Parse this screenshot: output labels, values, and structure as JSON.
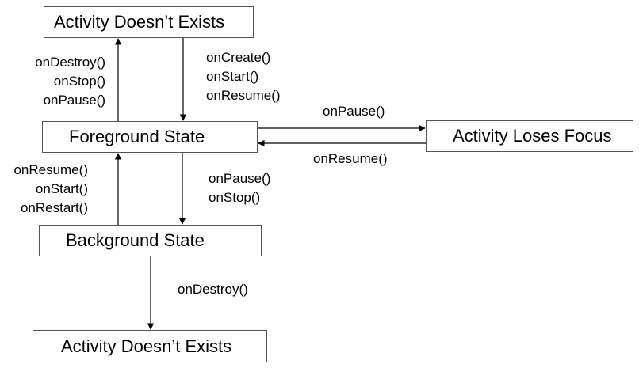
{
  "nodes": {
    "activity_doesnt_exist_top": "Activity Doesn’t Exists",
    "foreground_state": "Foreground State",
    "background_state": "Background State",
    "activity_doesnt_exist_bottom": "Activity Doesn’t Exists",
    "activity_loses_focus": "Activity Loses Focus"
  },
  "edges": {
    "foreground_to_top": {
      "from": "foreground_state",
      "to": "activity_doesnt_exist_top",
      "labels": [
        "onDestroy()",
        "onStop()",
        "onPause()"
      ]
    },
    "top_to_foreground": {
      "from": "activity_doesnt_exist_top",
      "to": "foreground_state",
      "labels": [
        "onCreate()",
        "onStart()",
        "onResume()"
      ]
    },
    "background_to_foreground": {
      "from": "background_state",
      "to": "foreground_state",
      "labels": [
        "onResume()",
        "onStart()",
        "onRestart()"
      ]
    },
    "foreground_to_background": {
      "from": "foreground_state",
      "to": "background_state",
      "labels": [
        "onPause()",
        "onStop()"
      ]
    },
    "background_to_bottom": {
      "from": "background_state",
      "to": "activity_doesnt_exist_bottom",
      "labels": [
        "onDestroy()"
      ]
    },
    "foreground_to_loses_focus": {
      "from": "foreground_state",
      "to": "activity_loses_focus",
      "labels": [
        "onPause()"
      ]
    },
    "loses_focus_to_foreground": {
      "from": "activity_loses_focus",
      "to": "foreground_state",
      "labels": [
        "onResume()"
      ]
    }
  }
}
